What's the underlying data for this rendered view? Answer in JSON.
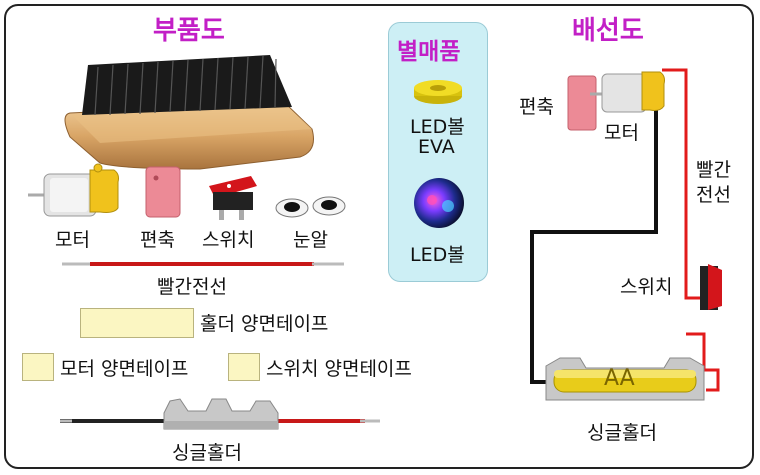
{
  "sections": {
    "parts_title": "부품도",
    "extra_title": "별매품",
    "wiring_title": "배선도"
  },
  "parts": {
    "motor": "모터",
    "eccentric": "편축",
    "switch": "스위치",
    "eyes": "눈알",
    "red_wire": "빨간전선",
    "holder_tape": "홀더 양면테이프",
    "motor_tape": "모터 양면테이프",
    "switch_tape": "스위치 양면테이프",
    "single_holder": "싱글홀더"
  },
  "extras": {
    "eva_line1": "LED볼",
    "eva_line2": "EVA",
    "led_ball": "LED볼"
  },
  "wiring": {
    "eccentric": "편축",
    "motor": "모터",
    "red_wire_line1": "빨간",
    "red_wire_line2": "전선",
    "switch": "스위치",
    "battery": "AA",
    "holder": "싱글홀더"
  },
  "colors": {
    "title": "#c21fc6",
    "red_wire": "#e21b1b",
    "black_wire": "#111111",
    "tape": "#fbf6c2",
    "panel": "#cdeff5"
  }
}
